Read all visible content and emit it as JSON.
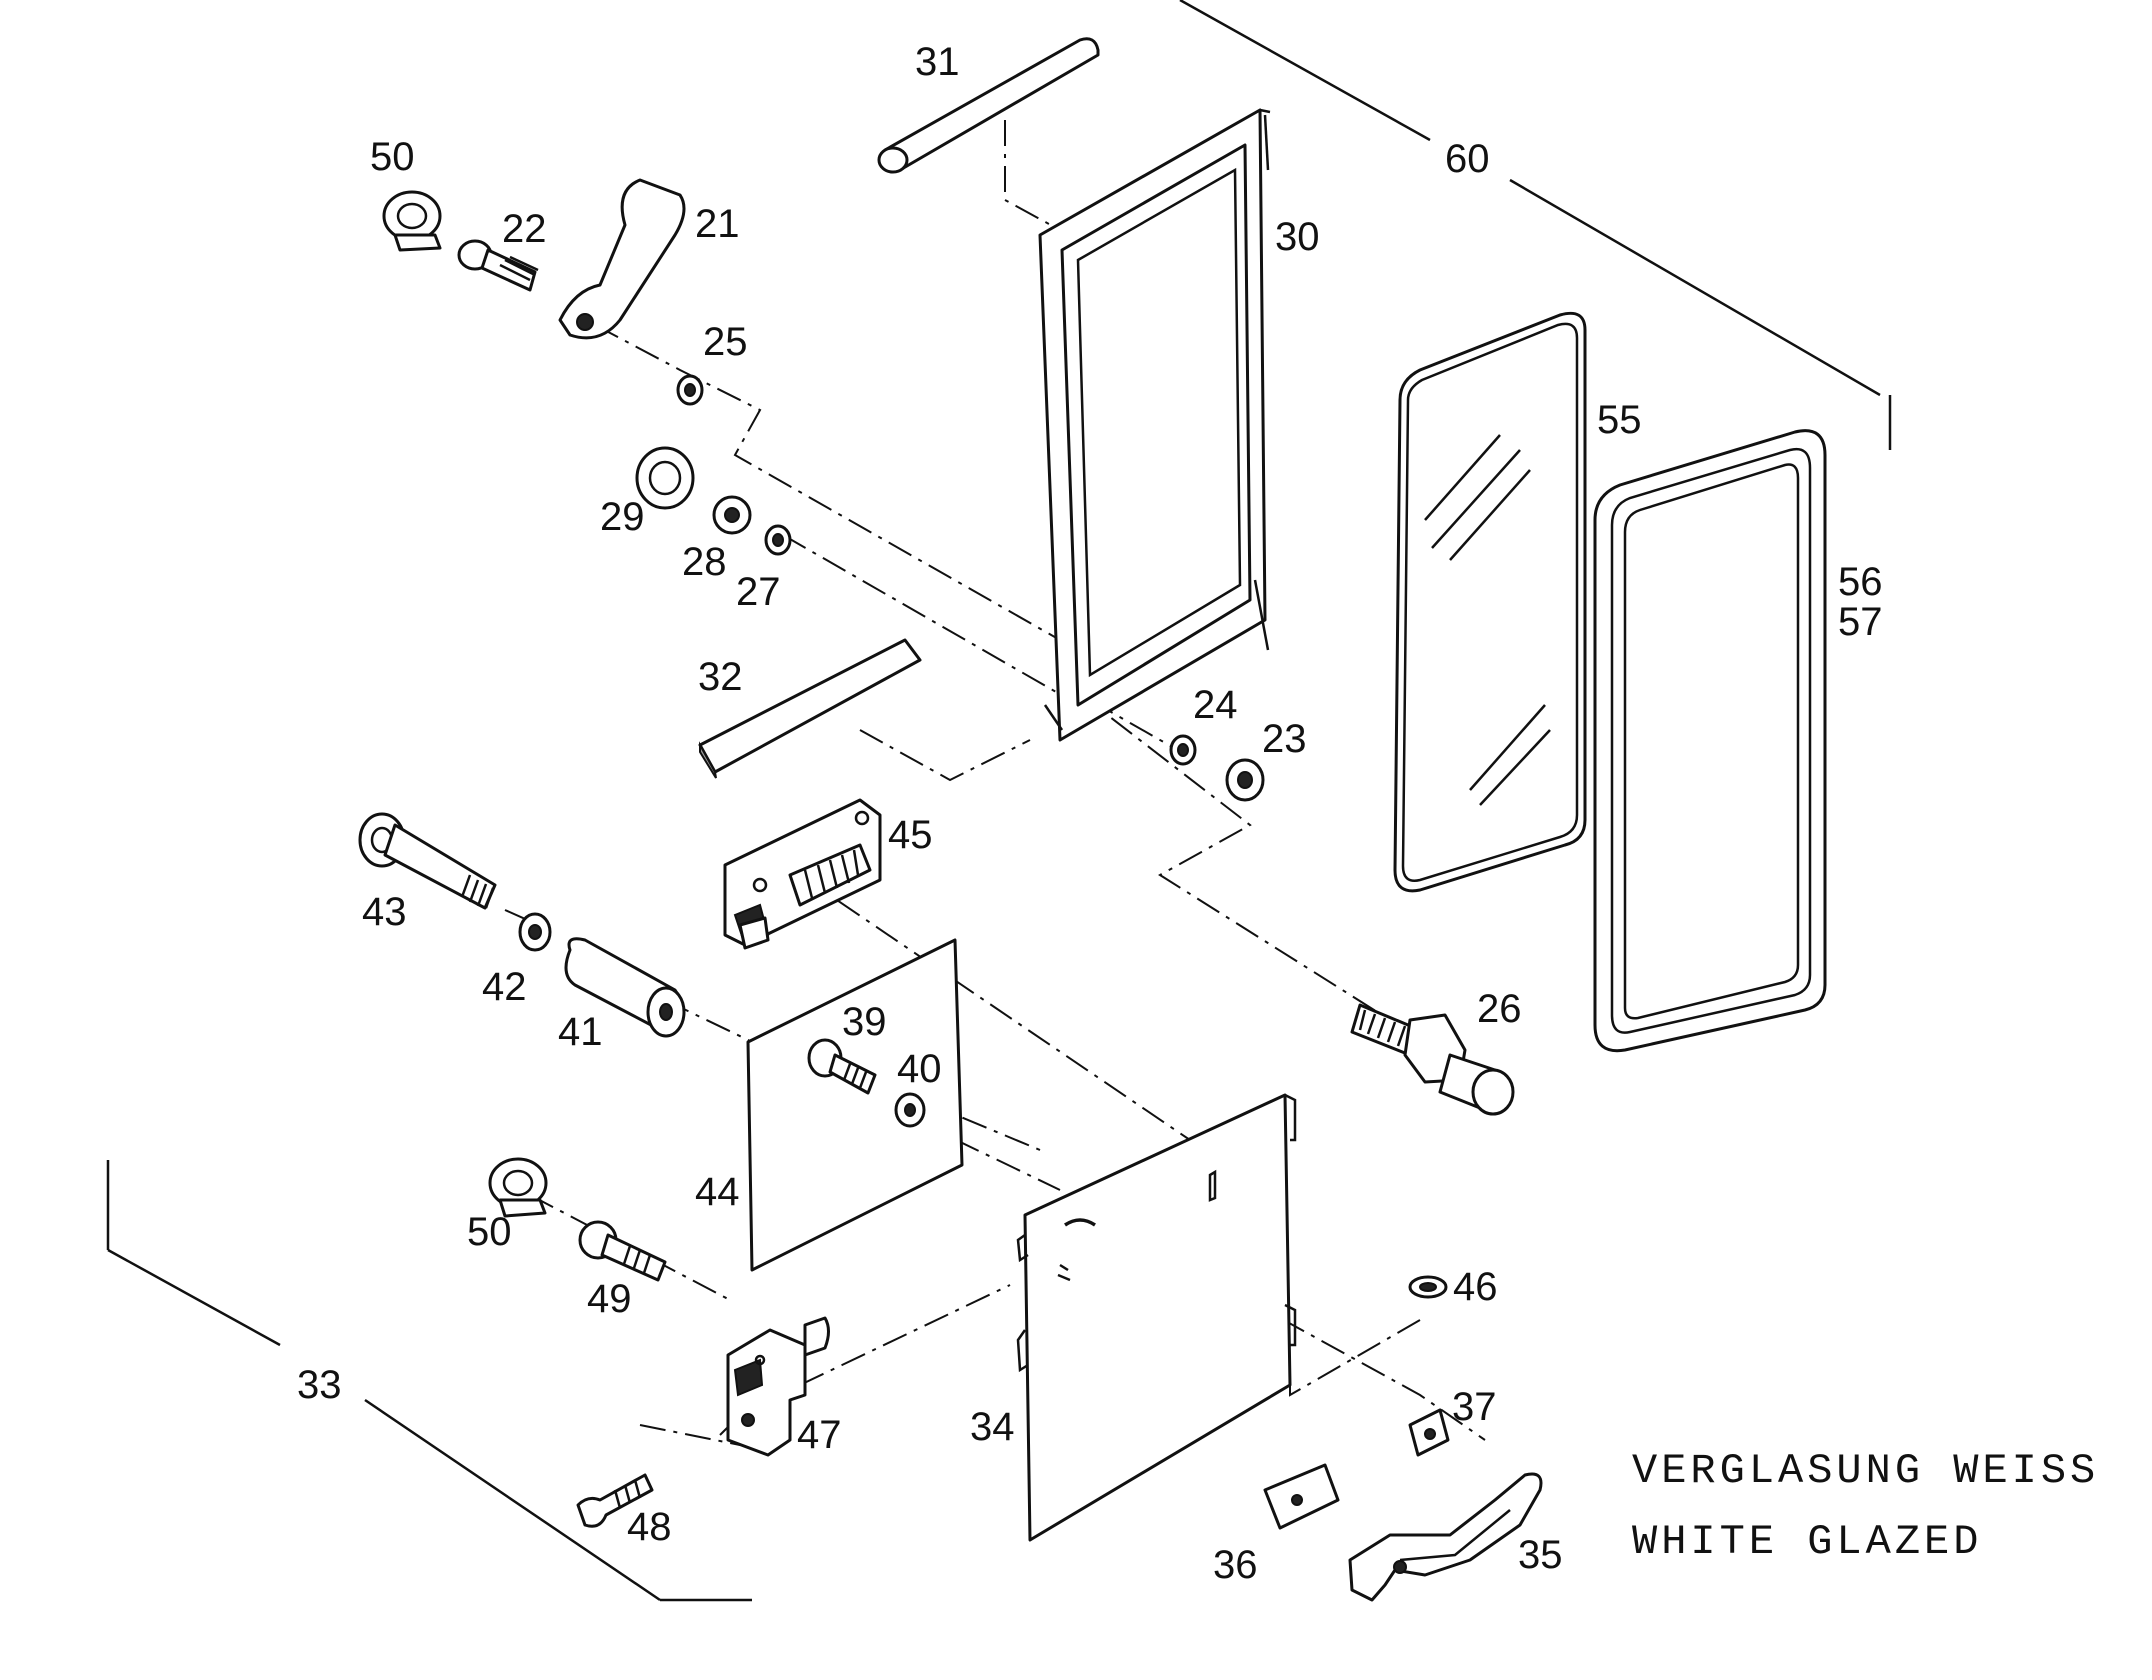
{
  "labels": {
    "p21": "21",
    "p22": "22",
    "p23": "23",
    "p24": "24",
    "p25": "25",
    "p26": "26",
    "p27": "27",
    "p28": "28",
    "p29": "29",
    "p30": "30",
    "p31": "31",
    "p32": "32",
    "p33": "33",
    "p34": "34",
    "p35": "35",
    "p36": "36",
    "p37": "37",
    "p39": "39",
    "p40": "40",
    "p41": "41",
    "p42": "42",
    "p43": "43",
    "p44": "44",
    "p45": "45",
    "p46": "46",
    "p47": "47",
    "p48": "48",
    "p49": "49",
    "p50a": "50",
    "p50b": "50",
    "p55": "55",
    "p56": "56",
    "p57": "57",
    "p60": "60"
  },
  "caption": {
    "line1": "VERGLASUNG WEISS",
    "line2": "WHITE GLAZED"
  }
}
